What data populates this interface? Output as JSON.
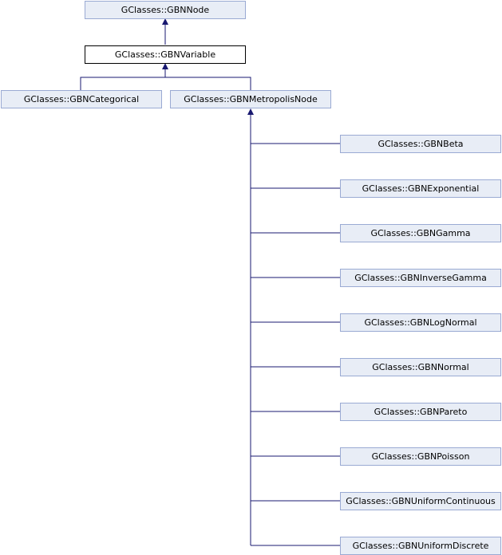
{
  "nodes": {
    "gbnnode": "GClasses::GBNNode",
    "gbnvariable": "GClasses::GBNVariable",
    "gbncategorical": "GClasses::GBNCategorical",
    "gbnmetropolisnode": "GClasses::GBNMetropolisNode",
    "gbnbeta": "GClasses::GBNBeta",
    "gbnexponential": "GClasses::GBNExponential",
    "gbngamma": "GClasses::GBNGamma",
    "gbninversegamma": "GClasses::GBNInverseGamma",
    "gbnlognormal": "GClasses::GBNLogNormal",
    "gbnnormal": "GClasses::GBNNormal",
    "gbnpareto": "GClasses::GBNPareto",
    "gbnpoisson": "GClasses::GBNPoisson",
    "gbnuniformcontinuous": "GClasses::GBNUniformContinuous",
    "gbnuniformdiscrete": "GClasses::GBNUniformDiscrete"
  },
  "colors": {
    "node_fill": "#e8edf6",
    "node_border": "#9aaad3",
    "current_fill": "#ffffff",
    "current_border": "#000000",
    "edge": "#191970"
  }
}
